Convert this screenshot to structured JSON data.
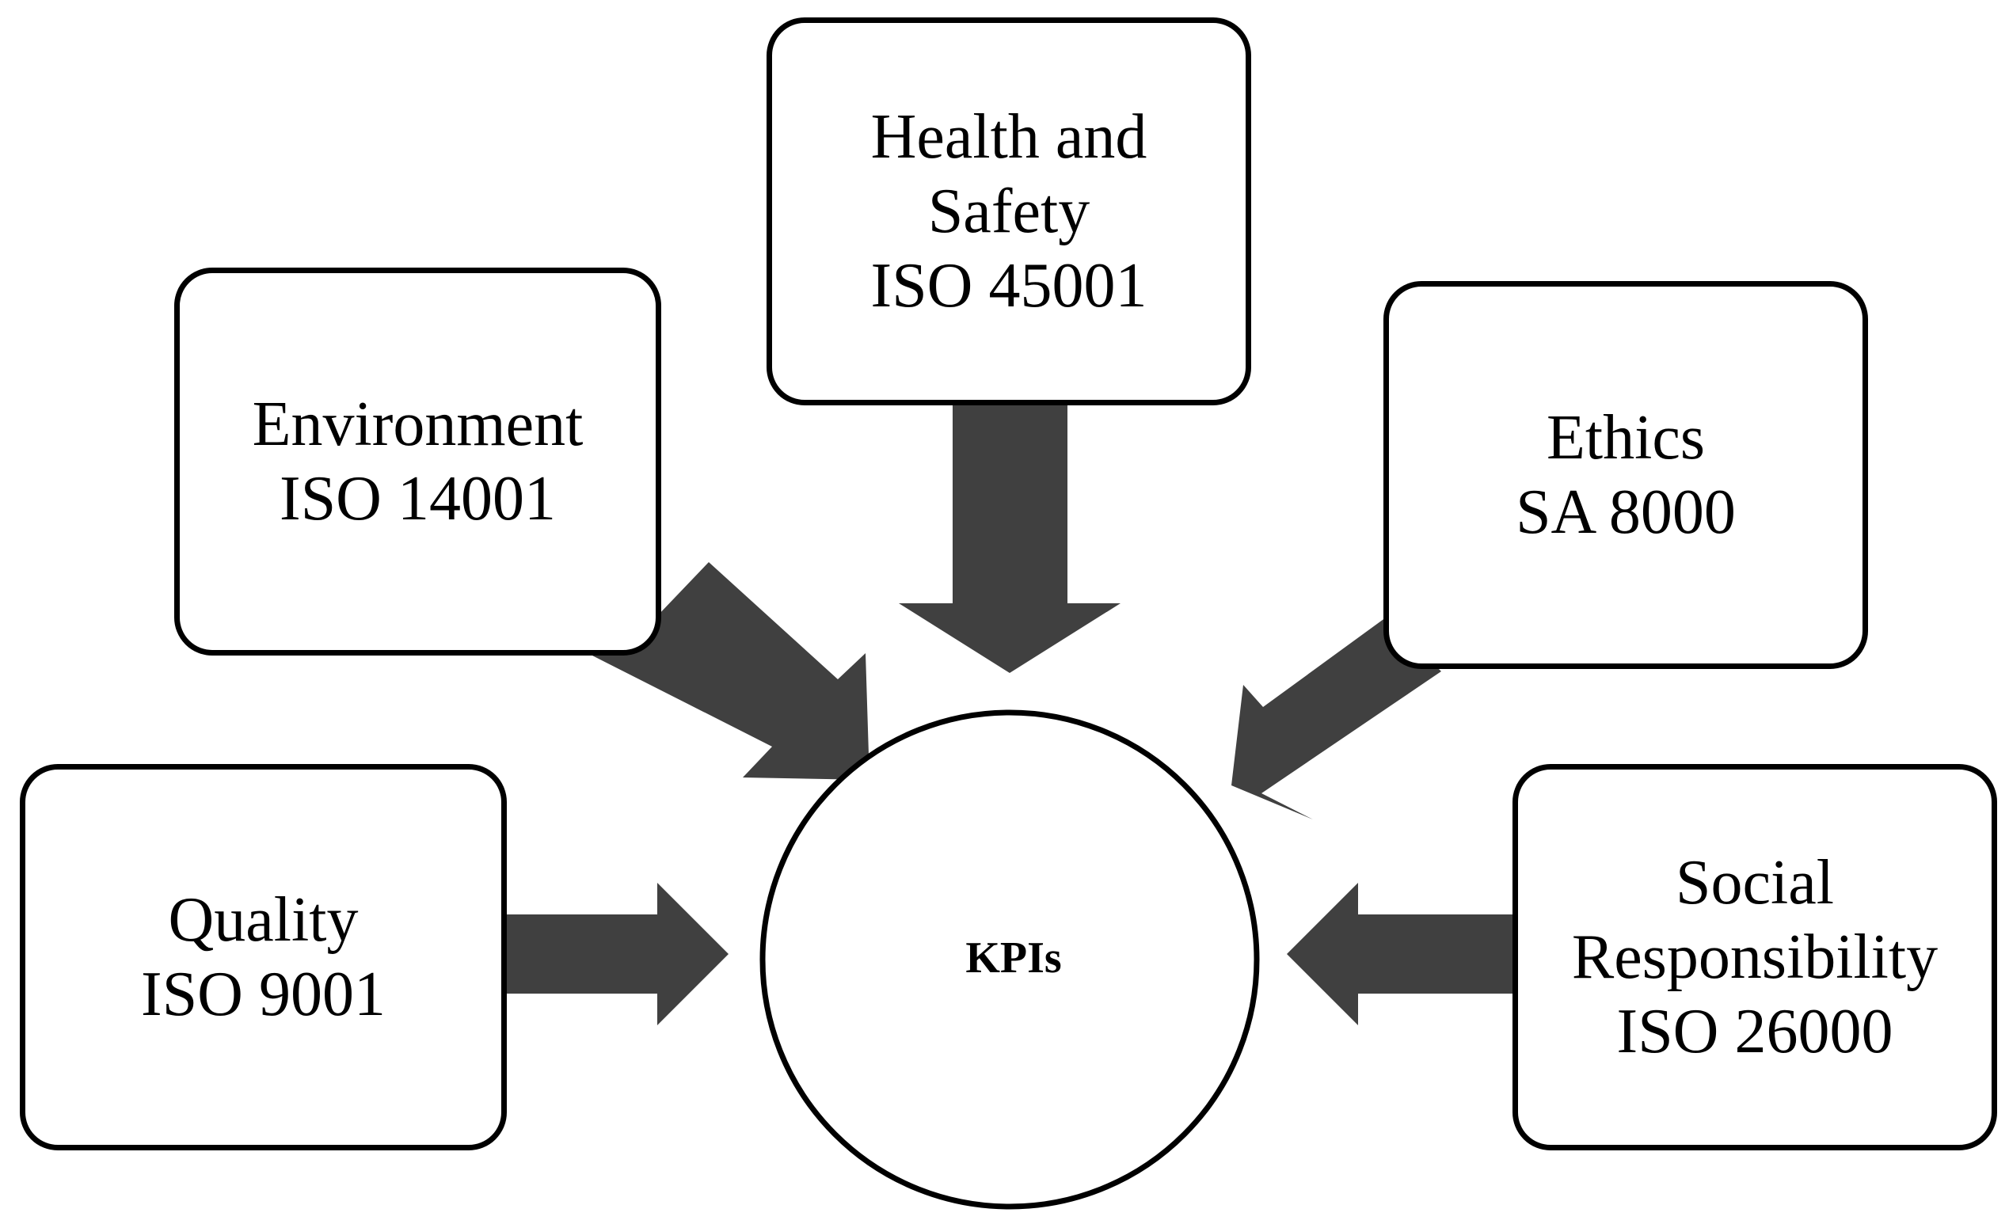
{
  "colors": {
    "arrow_fill": "#404040",
    "outline": "#000000",
    "background": "#ffffff"
  },
  "center": {
    "label": "KPIs"
  },
  "boxes": {
    "quality": {
      "lines": [
        "Quality",
        "ISO 9001"
      ]
    },
    "environment": {
      "lines": [
        "Environment",
        "ISO 14001"
      ]
    },
    "health": {
      "lines": [
        "Health and",
        "Safety",
        "ISO 45001"
      ]
    },
    "ethics": {
      "lines": [
        "Ethics",
        "SA 8000"
      ]
    },
    "social": {
      "lines": [
        "Social",
        "Responsibility",
        "ISO 26000"
      ]
    }
  }
}
